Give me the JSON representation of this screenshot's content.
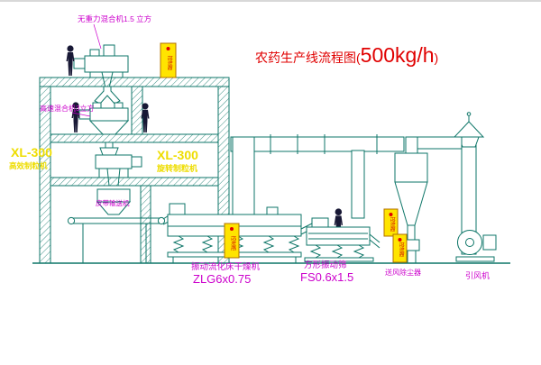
{
  "title": {
    "prefix": "农药生产线流程图(",
    "capacity": "500kg/h",
    "suffix": ")"
  },
  "equipment_labels": {
    "top_mixer": "无重力混合机1.5 立方",
    "high_speed_mixer": "高速混合机3立方",
    "granulator_left": {
      "model": "XL-300",
      "name": "高效制粒机"
    },
    "granulator_mid": {
      "model": "XL-300",
      "name": "旋转制粒机"
    },
    "belt_conveyor": "皮带输送机",
    "fluid_bed_dryer": {
      "name": "振动流化床干燥机",
      "model": "ZLG6x0.75"
    },
    "vibrating_sieve": {
      "name": "方形振动筛",
      "model": "FS0.6x1.5"
    },
    "dust_collector": "送风除尘器",
    "induced_draft_fan": "引风机",
    "control_cabinet": "控制柜"
  },
  "colors": {
    "line": "#0e7668",
    "magenta": "#cc00cc",
    "title_red": "#e00000",
    "label_yellow": "#eedd00",
    "cabinet_yellow": "#ffe400",
    "figure": "#181835"
  }
}
